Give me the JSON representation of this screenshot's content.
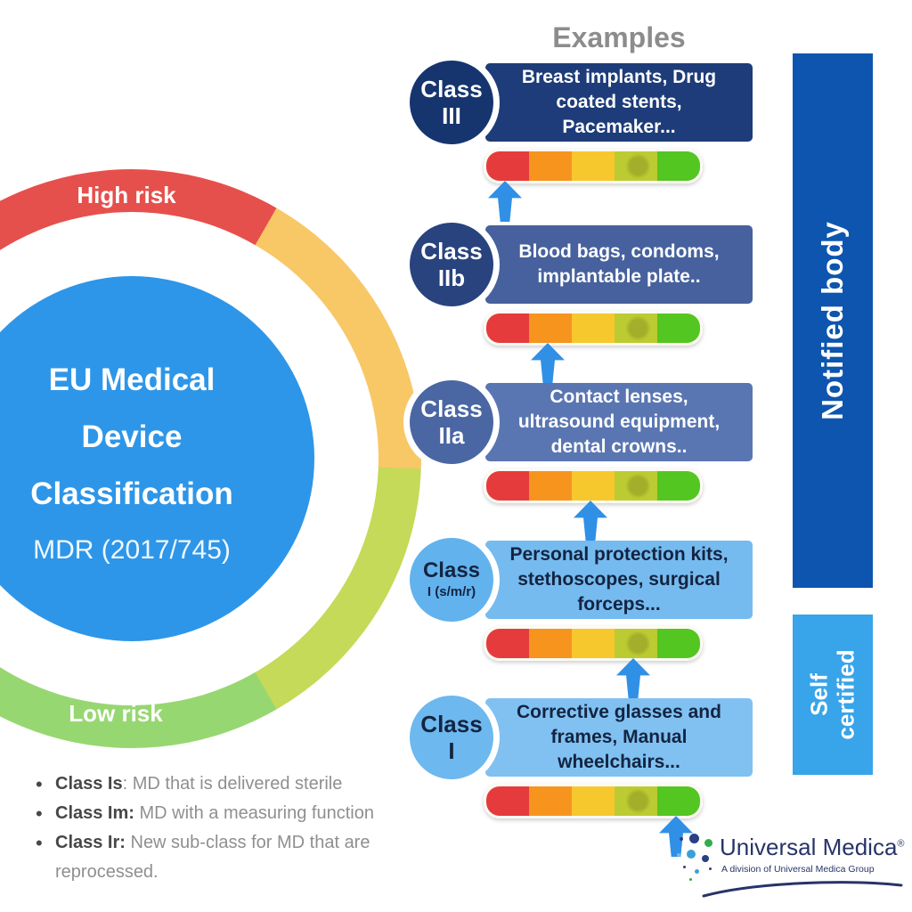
{
  "examples_heading": "Examples",
  "donut": {
    "title_lines": [
      "EU Medical",
      "Device",
      "Classification"
    ],
    "subtitle": "MDR (2017/745)",
    "high_risk_label": "High risk",
    "low_risk_label": "Low risk",
    "center_color": "#2e96e8",
    "arc_colors": {
      "high_risk_red": "#e6504c",
      "medium_gold": "#f8c766",
      "medium_yellow_green": "#c5da58",
      "low_green": "#97d771"
    }
  },
  "classes": [
    {
      "label_line1": "Class",
      "label_line2": "III",
      "examples": "Breast implants, Drug coated stents, Pacemaker...",
      "circle_color": "#16356f",
      "box_color": "#1d3c79",
      "text_color": "#ffffff",
      "gauge_arrow_segment": 1
    },
    {
      "label_line1": "Class",
      "label_line2": "IIb",
      "examples": "Blood bags, condoms, implantable plate..",
      "circle_color": "#28437e",
      "box_color": "#46619d",
      "text_color": "#ffffff",
      "gauge_arrow_segment": 2
    },
    {
      "label_line1": "Class",
      "label_line2": "IIa",
      "examples": "Contact lenses, ultrasound equipment, dental crowns..",
      "circle_color": "#4a66a3",
      "box_color": "#5a76b2",
      "text_color": "#ffffff",
      "gauge_arrow_segment": 3
    },
    {
      "label_line1": "Class",
      "label_line2": "I (s/m/r)",
      "examples": "Personal protection kits, stethoscopes, surgical forceps...",
      "circle_color": "#62b2ee",
      "box_color": "#76bbf0",
      "text_color": "#132441",
      "gauge_arrow_segment": 4
    },
    {
      "label_line1": "Class",
      "label_line2": "I",
      "examples": "Corrective glasses and frames, Manual wheelchairs...",
      "circle_color": "#6db8ef",
      "box_color": "#80c1f2",
      "text_color": "#132441",
      "gauge_arrow_segment": 5
    }
  ],
  "gauge": {
    "segment_colors": [
      "#e63b3c",
      "#f7941e",
      "#f7c82e",
      "#bccb31",
      "#53c621"
    ],
    "arrow_color": "#3090e6"
  },
  "certification_bars": [
    {
      "label": "Notified body",
      "color": "#0d55ae"
    },
    {
      "label": "Self certified",
      "color": "#38a4e9"
    }
  ],
  "footnotes": [
    {
      "term": "Class Is",
      "rest": ": MD that is delivered sterile"
    },
    {
      "term": "Class Im:",
      "rest": " MD with a measuring function"
    },
    {
      "term": "Class Ir:",
      "rest": " New sub-class for MD that are reprocessed."
    }
  ],
  "logo": {
    "name": "Universal Medica",
    "registered_mark": "®",
    "tagline": "A division of Universal Medica Group"
  }
}
